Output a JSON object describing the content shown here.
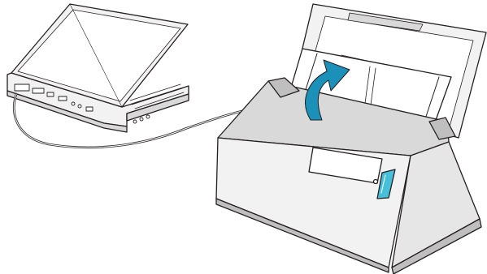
{
  "colors": {
    "background": "#ffffff",
    "outline": "#231f20",
    "panel_light": "#f2f2f2",
    "panel_mid": "#d9d9d9",
    "panel_dark": "#bfbfbf",
    "arrow": "#1b90b8",
    "button": "#47bfd9"
  },
  "parts": {
    "computer": "laptop",
    "device": "scanner",
    "connection": "cable",
    "action_indicator": "open-arrow-icon",
    "control": "scan-button"
  }
}
